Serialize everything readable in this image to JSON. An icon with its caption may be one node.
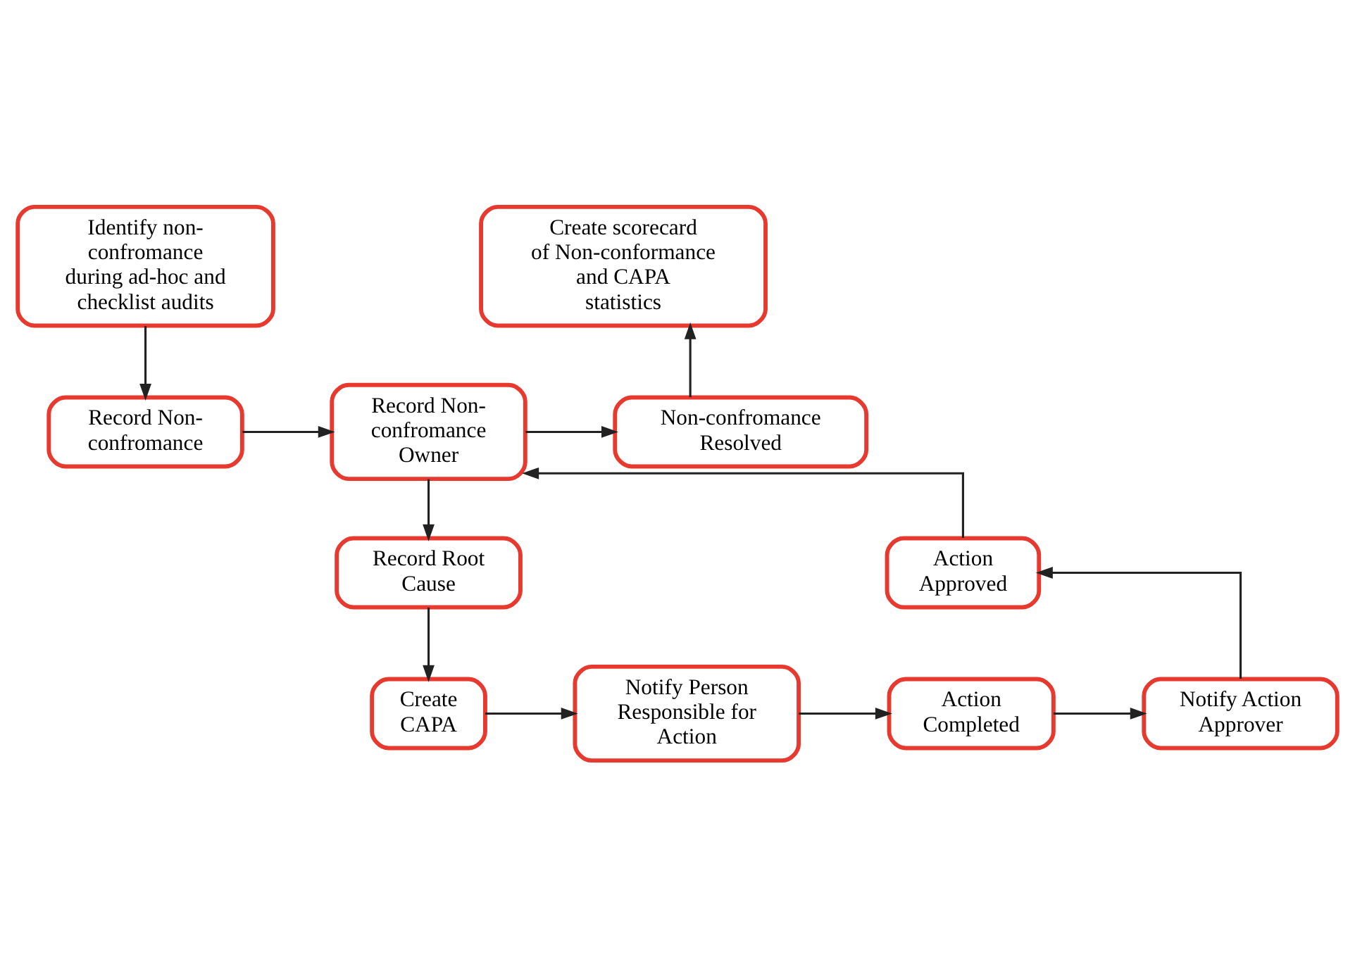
{
  "diagram": {
    "nodes": [
      {
        "text": [
          "Identify non-confromance during ad-hoc and checklist audits"
        ]
      },
      {
        "text": [
          "Create scorecard of Non-conformance and CAPA statistics"
        ]
      },
      {
        "text": [
          "Record Non-confromance"
        ]
      },
      {
        "text": [
          "Record Non-confromance Owner"
        ]
      },
      {
        "text": [
          "Non-confromance Resolved"
        ]
      },
      {
        "text": [
          "Record Root Cause"
        ]
      },
      {
        "text": [
          "Action Approved"
        ]
      },
      {
        "text": [
          "Create CAPA"
        ]
      },
      {
        "text": [
          "Notify Person Responsible for Action"
        ]
      },
      {
        "text": [
          "Action Completed"
        ]
      },
      {
        "text": [
          "Notify Action Approver"
        ]
      }
    ],
    "edges": [
      {
        "from": 0,
        "to": 2,
        "arrow": "to"
      },
      {
        "from": 2,
        "to": 3,
        "arrow": "to"
      },
      {
        "from": 3,
        "to": 4,
        "arrow": "to"
      },
      {
        "from": 4,
        "to": 1,
        "arrow": "to"
      },
      {
        "from": 3,
        "to": 5,
        "arrow": "to"
      },
      {
        "from": 5,
        "to": 7,
        "arrow": "to"
      },
      {
        "from": 7,
        "to": 8,
        "arrow": "to"
      },
      {
        "from": 8,
        "to": 9,
        "arrow": "to"
      },
      {
        "from": 9,
        "to": 10,
        "arrow": "to"
      },
      {
        "from": 10,
        "to": 6,
        "arrow": "to"
      },
      {
        "from": 6,
        "to": 3,
        "arrow": "to"
      }
    ]
  }
}
